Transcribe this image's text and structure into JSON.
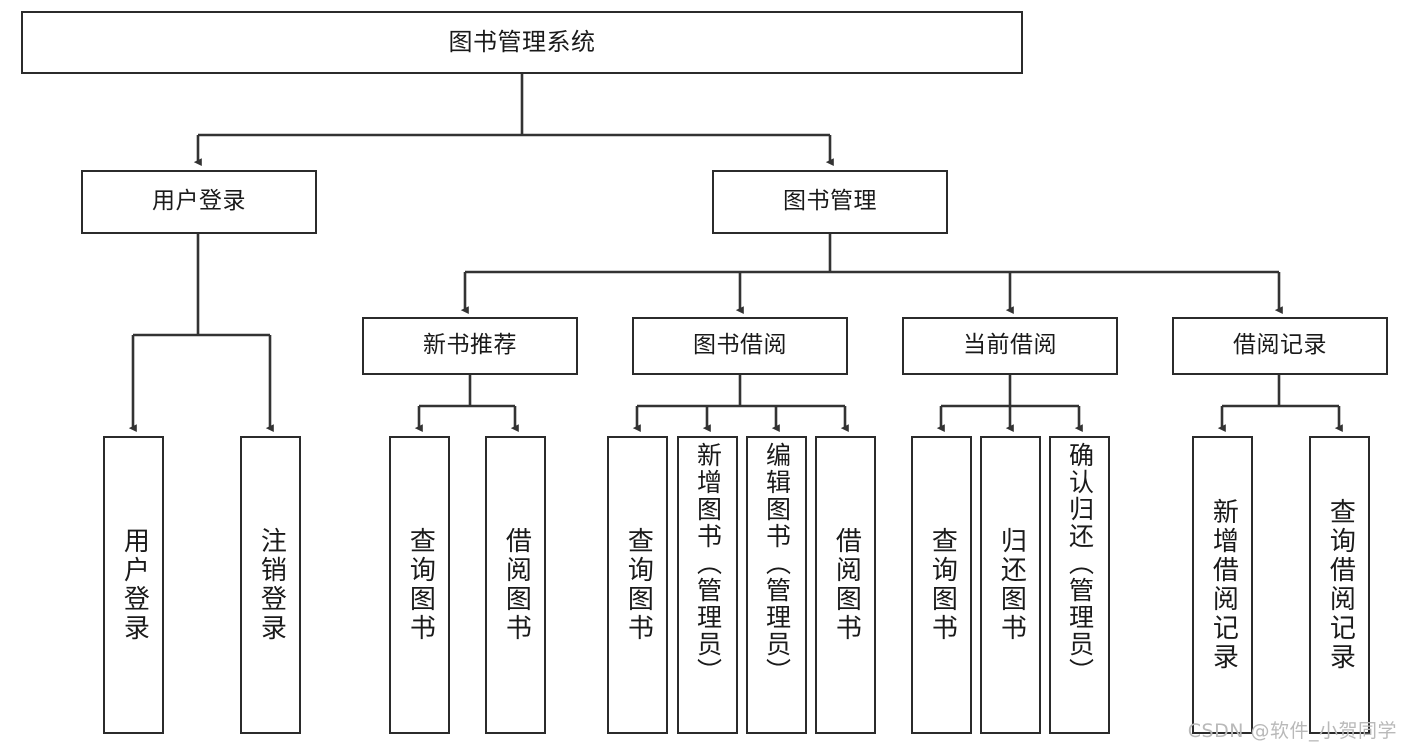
{
  "diagram": {
    "type": "tree-hierarchy",
    "title": "图书管理系统",
    "orientation": "top-down",
    "colors": {
      "box_border": "#2b2b2b",
      "box_fill": "#ffffff",
      "edge": "#333333",
      "text": "#1a1a1a",
      "watermark": "#b9b9b9",
      "background": "#ffffff"
    },
    "root": {
      "label": "图书管理系统"
    },
    "level2": [
      {
        "id": "user-login",
        "label": "用户登录"
      },
      {
        "id": "book-management",
        "label": "图书管理"
      }
    ],
    "level3": [
      {
        "id": "new-book-recommend",
        "label": "新书推荐"
      },
      {
        "id": "book-borrow",
        "label": "图书借阅"
      },
      {
        "id": "current-borrow",
        "label": "当前借阅"
      },
      {
        "id": "borrow-record",
        "label": "借阅记录"
      }
    ],
    "leaves": {
      "user_login": [
        {
          "id": "leaf-user-login",
          "label": "用户登录"
        },
        {
          "id": "leaf-logout-login",
          "label": "注销登录"
        }
      ],
      "new_book_recommend": [
        {
          "id": "leaf-query-book-1",
          "label": "查询图书"
        },
        {
          "id": "leaf-borrow-book-1",
          "label": "借阅图书"
        }
      ],
      "book_borrow": [
        {
          "id": "leaf-query-book-2",
          "label": "查询图书"
        },
        {
          "id": "leaf-add-book",
          "label": "新增图书（管理员）"
        },
        {
          "id": "leaf-edit-book",
          "label": "编辑图书（管理员）"
        },
        {
          "id": "leaf-borrow-book-2",
          "label": "借阅图书"
        }
      ],
      "current_borrow": [
        {
          "id": "leaf-query-book-3",
          "label": "查询图书"
        },
        {
          "id": "leaf-return-book",
          "label": "归还图书"
        },
        {
          "id": "leaf-confirm-return",
          "label": "确认归还（管理员）"
        }
      ],
      "borrow_record": [
        {
          "id": "leaf-add-record",
          "label": "新增借阅记录"
        },
        {
          "id": "leaf-query-record",
          "label": "查询借阅记录"
        }
      ]
    }
  },
  "watermark": {
    "text": "CSDN @软件_小贺同学"
  }
}
